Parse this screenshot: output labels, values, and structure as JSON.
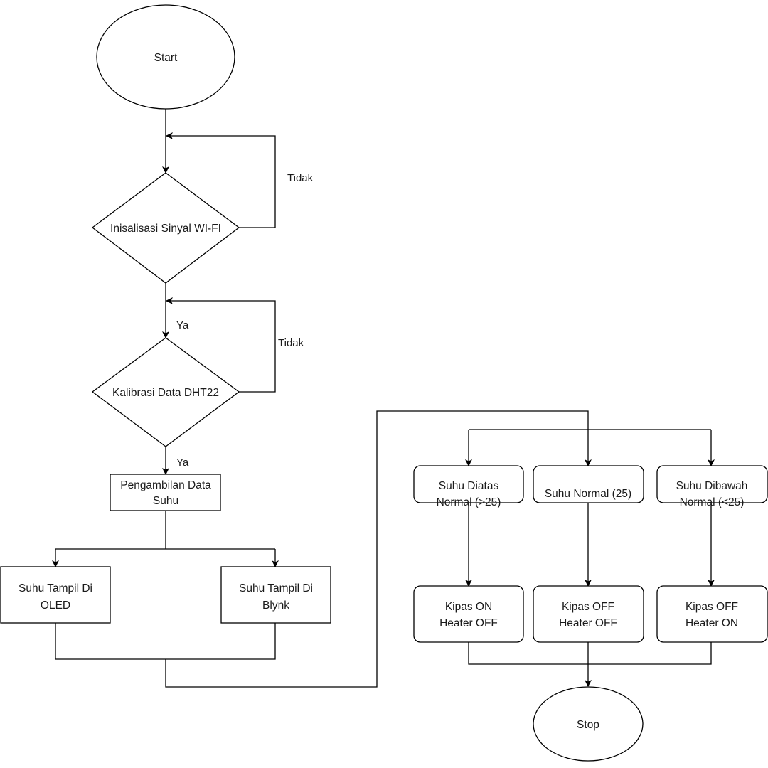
{
  "diagram": {
    "nodes": {
      "start": "Start",
      "wifi": "Inisalisasi Sinyal WI-FI",
      "kalibrasi": "Kalibrasi Data DHT22",
      "pengambilan": [
        "Pengambilan Data",
        "Suhu"
      ],
      "oled": [
        "Suhu Tampil Di",
        "OLED"
      ],
      "blynk": [
        "Suhu Tampil Di",
        "Blynk"
      ],
      "diatas": [
        "Suhu Diatas",
        "Normal (>25)"
      ],
      "normal": "Suhu Normal (25)",
      "dibawah": [
        "Suhu Dibawah",
        "Normal (<25)"
      ],
      "kipas_on": [
        "Kipas ON",
        "Heater OFF"
      ],
      "kipas_off_heater_off": [
        "Kipas OFF",
        "Heater OFF"
      ],
      "kipas_off_heater_on": [
        "Kipas OFF",
        "Heater ON"
      ],
      "stop": "Stop"
    },
    "edge_labels": {
      "wifi_no": "Tidak",
      "wifi_yes": "Ya",
      "kalibrasi_no": "Tidak",
      "kalibrasi_yes": "Ya"
    }
  }
}
